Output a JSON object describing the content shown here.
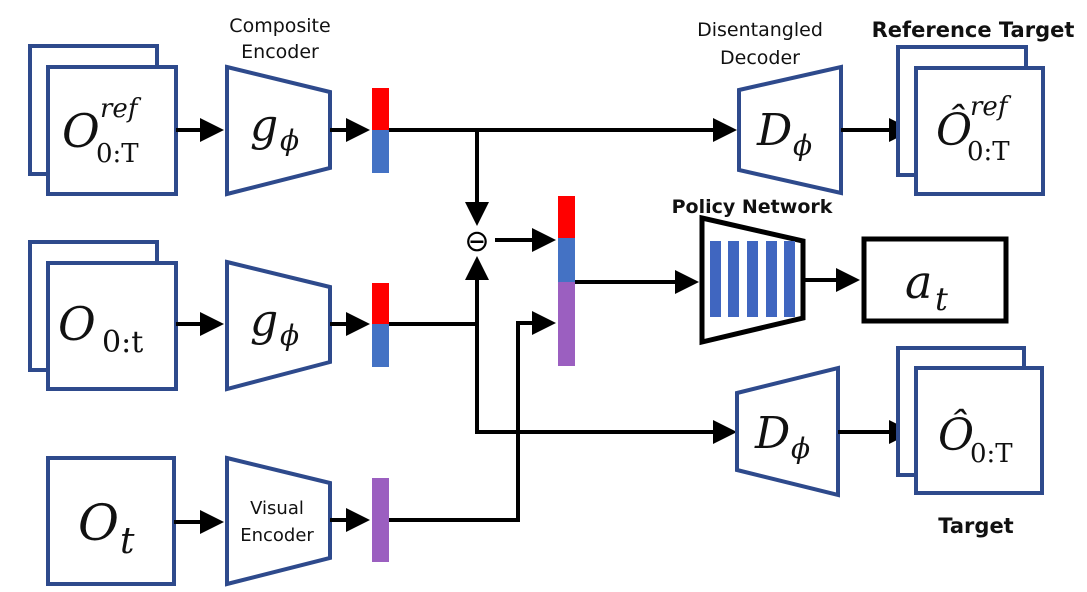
{
  "labels": {
    "composite_encoder": [
      "Composite",
      "Encoder"
    ],
    "disentangled_decoder": [
      "Disentangled",
      "Decoder"
    ],
    "reference_target": "Reference Target",
    "policy_network": "Policy Network",
    "visual_encoder": [
      "Visual",
      "Encoder"
    ],
    "target": "Target"
  },
  "math": {
    "obs_ref": {
      "base": "O",
      "sup": "ref",
      "sub": "0:T"
    },
    "obs_hist": {
      "base": "O",
      "sub": "0:t"
    },
    "obs_t": {
      "base": "O",
      "sub": "t"
    },
    "encoder": {
      "base": "g",
      "sub": "ϕ"
    },
    "decoder": {
      "base": "D",
      "sub": "ϕ"
    },
    "recon_ref": {
      "base": "Ô",
      "sup": "ref",
      "sub": "0:T"
    },
    "recon": {
      "base": "Ô",
      "sub": "0:T"
    },
    "action": {
      "base": "a",
      "sub": "t"
    },
    "minus": "⊖"
  },
  "colors": {
    "box_border": "#2e4a8c",
    "red": "#ff0000",
    "blue": "#4472c4",
    "purple": "#9b5fc0",
    "bar_blue": "#4066c0"
  }
}
